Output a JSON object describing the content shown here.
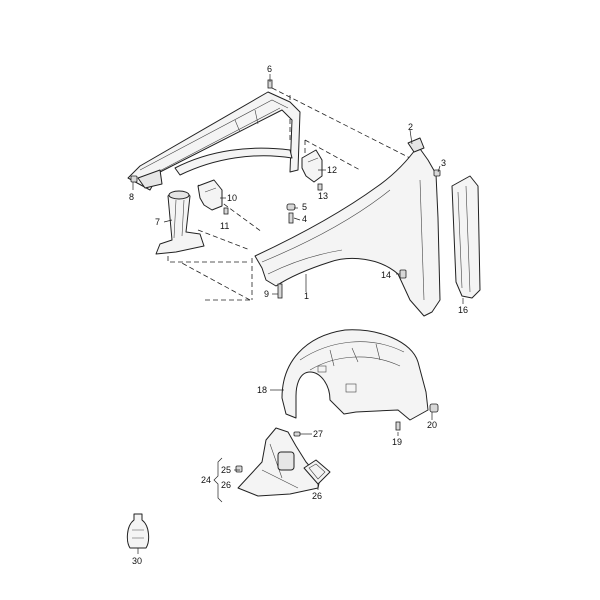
{
  "callouts": {
    "c1": "1",
    "c2": "2",
    "c3": "3",
    "c4": "4",
    "c5": "5",
    "c6": "6",
    "c7": "7",
    "c8": "8",
    "c9": "9",
    "c10": "10",
    "c11": "11",
    "c12": "12",
    "c13": "13",
    "c14": "14",
    "c16": "16",
    "c18": "18",
    "c19": "19",
    "c20": "20",
    "c24": "24",
    "c25": "25",
    "c26a": "26",
    "c26b": "26",
    "c27": "27",
    "c30": "30"
  }
}
